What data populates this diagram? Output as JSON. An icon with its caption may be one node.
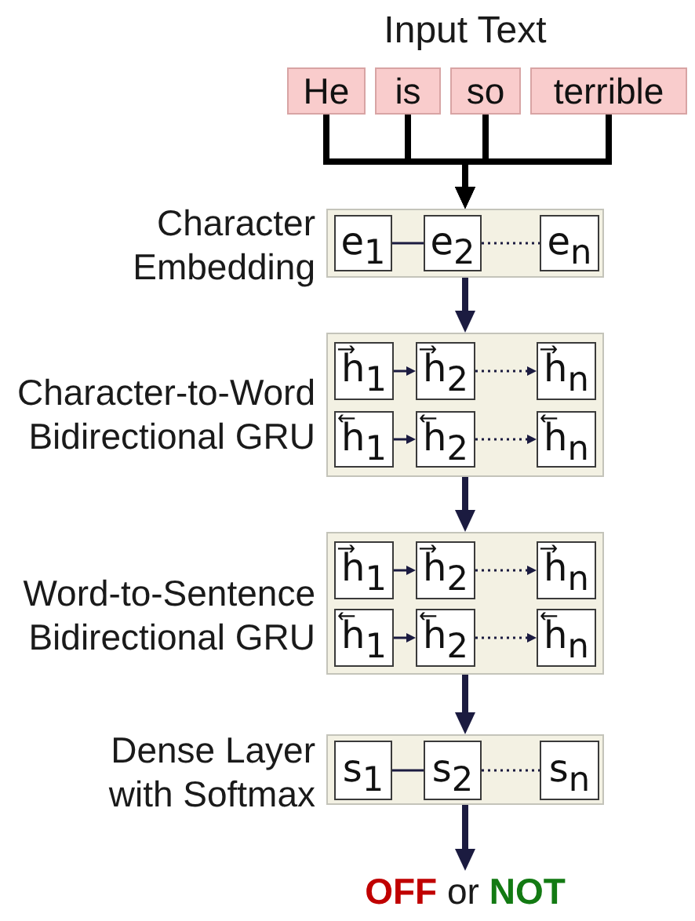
{
  "diagram": {
    "nodes": [
      {
        "text": [
          "He"
        ]
      },
      {
        "text": [
          "is"
        ]
      },
      {
        "text": [
          "so"
        ]
      },
      {
        "text": [
          "terrible"
        ]
      },
      {
        "text": [
          "Character Embedding"
        ]
      },
      {
        "text": [
          "e$_{1}$"
        ],
        "in": 4
      },
      {
        "text": [
          "e$_{2}$"
        ],
        "in": 4
      },
      {
        "text": [
          "e$_{n}$"
        ],
        "in": 4
      },
      {
        "text": [
          "Character-to-Word Bidirectional GRU"
        ]
      },
      {
        "text": [
          "h⃗$_{1}$"
        ],
        "in": 8
      },
      {
        "text": [
          "h⃗$_{2}$"
        ],
        "in": 8
      },
      {
        "text": [
          "h⃗$_{n}$"
        ],
        "in": 8
      },
      {
        "text": [
          "h⃖$_{1}$"
        ],
        "in": 8
      },
      {
        "text": [
          "h⃖$_{2}$"
        ],
        "in": 8
      },
      {
        "text": [
          "h⃖$_{n}$"
        ],
        "in": 8
      },
      {
        "text": [
          "Word-to-Sentence Bidirectional GRU"
        ]
      },
      {
        "text": [
          "h⃗$_{1}$"
        ],
        "in": 15
      },
      {
        "text": [
          "h⃗$_{2}$"
        ],
        "in": 15
      },
      {
        "text": [
          "h⃗$_{n}$"
        ],
        "in": 15
      },
      {
        "text": [
          "h⃖$_{1}$"
        ],
        "in": 15
      },
      {
        "text": [
          "h⃖$_{2}$"
        ],
        "in": 15
      },
      {
        "text": [
          "h⃖$_{n}$"
        ],
        "in": 15
      },
      {
        "text": [
          "Dense Layer with Softmax"
        ]
      },
      {
        "text": [
          "s$_{1}$"
        ],
        "in": 22
      },
      {
        "text": [
          "s$_{2}$"
        ],
        "in": 22
      },
      {
        "text": [
          "s$_{n}$"
        ],
        "in": 22
      },
      {
        "text": [
          "**OFF** or **NOT**"
        ]
      }
    ],
    "edges": [
      {
        "from": 0,
        "to": 4,
        "arrow": "to",
        "style": "thick",
        "color": "#000000"
      },
      {
        "from": 1,
        "to": 4,
        "arrow": "to",
        "style": "thick",
        "color": "#000000"
      },
      {
        "from": 2,
        "to": 4,
        "arrow": "to",
        "style": "thick",
        "color": "#000000"
      },
      {
        "from": 3,
        "to": 4,
        "arrow": "to",
        "style": "thick",
        "color": "#000000"
      },
      {
        "from": 5,
        "to": 6,
        "arrow": "none"
      },
      {
        "from": 6,
        "to": 7,
        "arrow": "none",
        "style": "dashed"
      },
      {
        "from": 4,
        "to": 8,
        "arrow": "to",
        "style": "thick"
      },
      {
        "from": 9,
        "to": 10,
        "arrow": "to"
      },
      {
        "from": 10,
        "to": 11,
        "arrow": "to",
        "style": "dashed"
      },
      {
        "from": 12,
        "to": 13,
        "arrow": "to"
      },
      {
        "from": 13,
        "to": 14,
        "arrow": "to",
        "style": "dashed"
      },
      {
        "from": 8,
        "to": 15,
        "arrow": "to",
        "style": "thick"
      },
      {
        "from": 16,
        "to": 17,
        "arrow": "to"
      },
      {
        "from": 17,
        "to": 18,
        "arrow": "to",
        "style": "dashed"
      },
      {
        "from": 19,
        "to": 20,
        "arrow": "to"
      },
      {
        "from": 20,
        "to": 21,
        "arrow": "to",
        "style": "dashed"
      },
      {
        "from": 15,
        "to": 22,
        "arrow": "to",
        "style": "thick"
      },
      {
        "from": 23,
        "to": 24,
        "arrow": "none"
      },
      {
        "from": 24,
        "to": 25,
        "arrow": "none",
        "style": "dashed"
      },
      {
        "from": 22,
        "to": 26,
        "arrow": "to",
        "style": "thick"
      }
    ],
    "labels": [
      "Input Text"
    ]
  }
}
